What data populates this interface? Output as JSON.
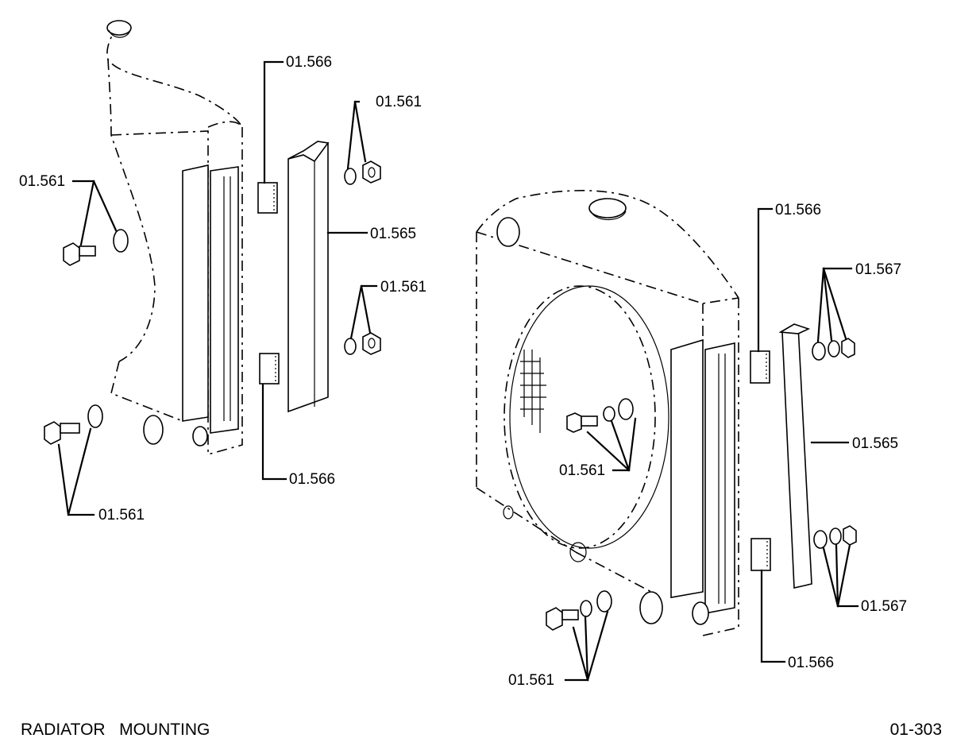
{
  "footer": {
    "title": "RADIATOR   MOUNTING",
    "page_ref": "01-303"
  },
  "labels": {
    "left_strip_top": "01.566",
    "left_nut_top": "01.561",
    "left_bolt_upper": "01.561",
    "left_channel": "01.565",
    "left_nut_mid": "01.561",
    "left_strip_bottom": "01.566",
    "left_bolt_lower": "01.561",
    "right_strip_top": "01.566",
    "right_nut_top": "01.567",
    "right_center_bolt": "01.561",
    "right_channel": "01.565",
    "right_nut_bottom": "01.567",
    "right_strip_bottom": "01.566",
    "right_bolt_lower": "01.561"
  }
}
